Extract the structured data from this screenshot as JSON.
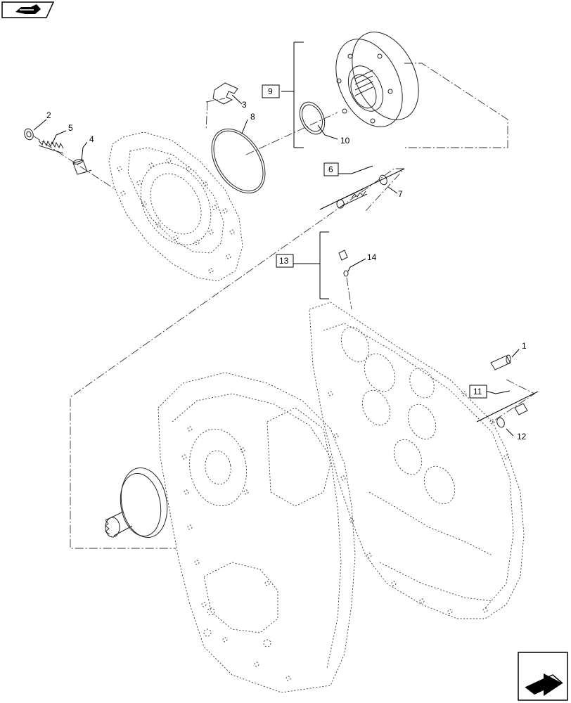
{
  "callouts": [
    {
      "id": "1",
      "label": "1"
    },
    {
      "id": "2",
      "label": "2"
    },
    {
      "id": "3",
      "label": "3"
    },
    {
      "id": "4",
      "label": "4"
    },
    {
      "id": "5",
      "label": "5"
    },
    {
      "id": "7",
      "label": "7"
    },
    {
      "id": "8",
      "label": "8"
    },
    {
      "id": "10",
      "label": "10"
    },
    {
      "id": "12",
      "label": "12"
    },
    {
      "id": "14",
      "label": "14"
    }
  ],
  "boxed_callouts": [
    {
      "id": "6",
      "label": "6"
    },
    {
      "id": "9",
      "label": "9"
    },
    {
      "id": "11",
      "label": "11"
    },
    {
      "id": "13",
      "label": "13"
    }
  ],
  "icons": {
    "top_left": "view-direction-icon",
    "bottom_right": "isometric-arrow-icon"
  }
}
